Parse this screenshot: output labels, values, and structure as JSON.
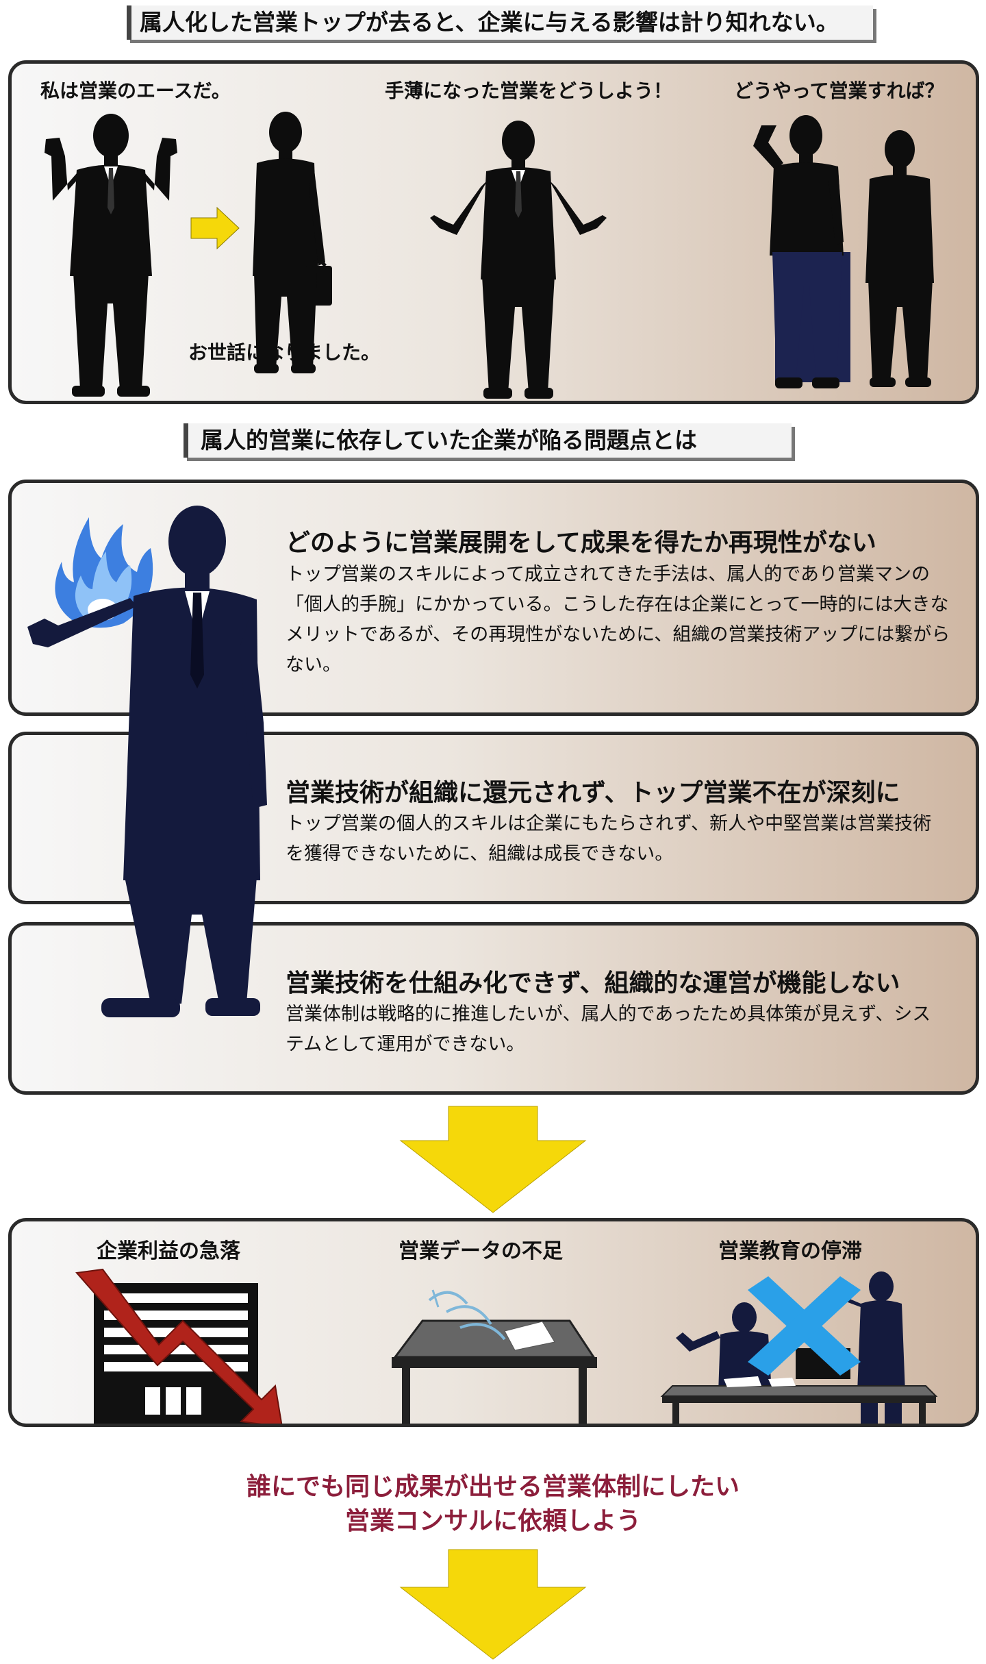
{
  "top_section": {
    "heading": "属人化した営業トップが去ると、企業に与える影響は計り知れない。",
    "speech_ace": "私は営業のエースだ。",
    "speech_thanks": "お世話になりました。",
    "speech_shortage": "手薄になった営業をどうしよう！",
    "speech_how": "どうやって営業すれば？"
  },
  "problems_section": {
    "heading": "属人的営業に依存していた企業が陥る問題点とは",
    "items": [
      {
        "title": "どのように営業展開をして成果を得たか再現性がない",
        "body": "トップ営業のスキルによって成立されてきた手法は、属人的であり営業マンの「個人的手腕」にかかっている。こうした存在は企業にとって一時的には大きなメリットであるが、その再現性がないために、組織の営業技術アップには繋がらない。"
      },
      {
        "title": "営業技術が組織に還元されず、トップ営業不在が深刻に",
        "body": "トップ営業の個人的スキルは企業にもたらされず、新人や中堅営業は営業技術を獲得できないために、組織は成長できない。"
      },
      {
        "title": "営業技術を仕組み化できず、組織的な運営が機能しない",
        "body": "営業体制は戦略的に推進したいが、属人的であったため具体策が見えず、システムとして運用ができない。"
      }
    ]
  },
  "consequences": {
    "items": [
      {
        "label": "企業利益の急落"
      },
      {
        "label": "営業データの不足"
      },
      {
        "label": "営業教育の停滞"
      }
    ]
  },
  "conclusion": {
    "line1": "誰にでも同じ成果が出せる営業体制にしたい",
    "line2": "営業コンサルに依頼しよう"
  },
  "colors": {
    "accent_yellow": "#f5d80a",
    "conclusion_text": "#8c1e3b",
    "flame_blue": "#3d7fe0",
    "cross_blue": "#2aa0e8",
    "arrow_red": "#b0231b",
    "navy_figure": "#141a3d"
  }
}
